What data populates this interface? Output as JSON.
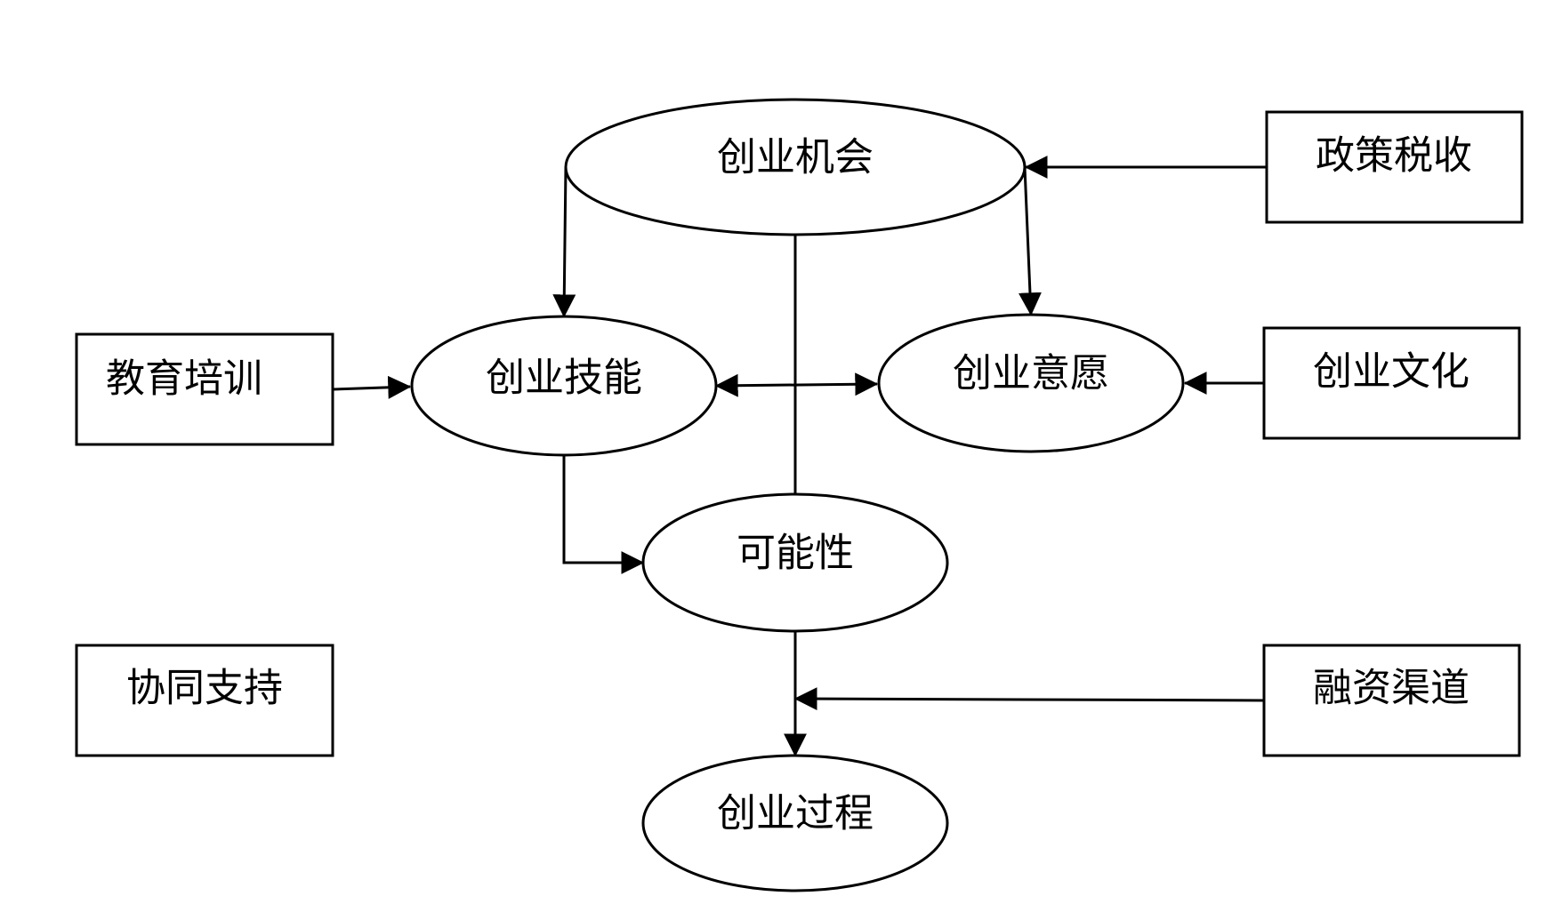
{
  "diagram": {
    "colors": {
      "line": "#000000",
      "fill": "#ffffff",
      "text": "#000000"
    },
    "nodes": {
      "opportunity": {
        "label": "创业机会",
        "shape": "ellipse"
      },
      "skills": {
        "label": "创业技能",
        "shape": "ellipse"
      },
      "intention": {
        "label": "创业意愿",
        "shape": "ellipse"
      },
      "possibility": {
        "label": "可能性",
        "shape": "ellipse"
      },
      "process": {
        "label": "创业过程",
        "shape": "ellipse"
      },
      "policy_tax": {
        "label": "政策税收",
        "shape": "rectangle"
      },
      "education_training": {
        "label": "教育培训",
        "shape": "rectangle"
      },
      "entrepreneurial_culture": {
        "label": "创业文化",
        "shape": "rectangle"
      },
      "collaborative_support": {
        "label": "协同支持",
        "shape": "rectangle"
      },
      "financing_channels": {
        "label": "融资渠道",
        "shape": "rectangle"
      }
    },
    "edges": [
      {
        "from": "policy_tax",
        "to": "opportunity",
        "direction": "forward"
      },
      {
        "from": "opportunity",
        "to": "skills",
        "direction": "forward"
      },
      {
        "from": "opportunity",
        "to": "intention",
        "direction": "forward"
      },
      {
        "from": "opportunity",
        "to": "possibility",
        "direction": "none"
      },
      {
        "from": "education_training",
        "to": "skills",
        "direction": "forward"
      },
      {
        "from": "skills",
        "to": "intention",
        "direction": "both"
      },
      {
        "from": "entrepreneurial_culture",
        "to": "intention",
        "direction": "forward"
      },
      {
        "from": "skills",
        "to": "possibility",
        "direction": "forward"
      },
      {
        "from": "possibility",
        "to": "process",
        "direction": "forward"
      },
      {
        "from": "financing_channels",
        "to": "possibility-process-link",
        "direction": "forward"
      }
    ]
  }
}
